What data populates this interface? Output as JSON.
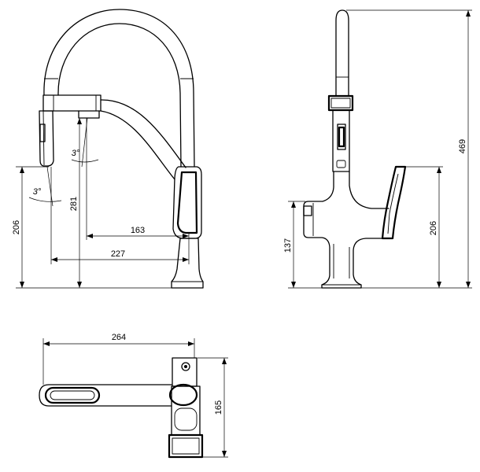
{
  "drawing": {
    "line_color": "#000000",
    "background": "#ffffff"
  },
  "front_view": {
    "dim_spray_tip_height": "206",
    "dim_outlet_height": "281",
    "dim_outlet_reach": "163",
    "dim_spray_reach": "227",
    "angle_upper": "3°",
    "angle_lower": "3°"
  },
  "side_view": {
    "dim_total_height": "469",
    "dim_lever_height": "206",
    "dim_side_outlet_height": "137"
  },
  "top_view": {
    "dim_length": "264",
    "dim_depth": "165"
  }
}
